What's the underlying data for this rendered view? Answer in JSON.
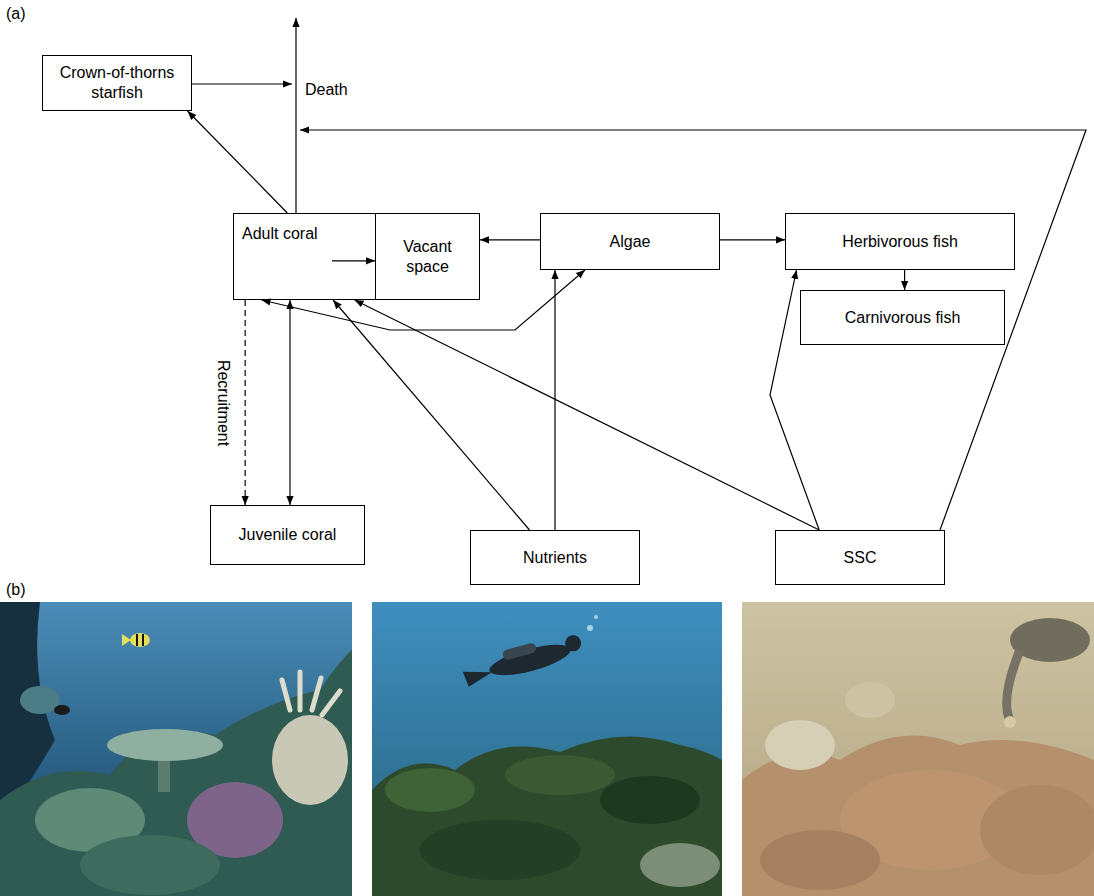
{
  "diagram": {
    "nodes": [
      {
        "text": [
          "Crown-of-thorns starfish"
        ]
      },
      {
        "text": [
          "Adult coral"
        ]
      },
      {
        "text": [
          "Vacant space"
        ]
      },
      {
        "text": [
          "Algae"
        ]
      },
      {
        "text": [
          "Herbivorous fish"
        ]
      },
      {
        "text": [
          "Carnivorous fish"
        ]
      },
      {
        "text": [
          "Juvenile coral"
        ]
      },
      {
        "text": [
          "Nutrients"
        ]
      },
      {
        "text": [
          "SSC"
        ]
      }
    ],
    "edges": [
      {
        "from": 1,
        "to": 0,
        "arrow": "to"
      },
      {
        "from": 1,
        "to": 2,
        "arrow": "to"
      },
      {
        "from": 3,
        "to": 2,
        "arrow": "to"
      },
      {
        "from": 3,
        "to": 4,
        "arrow": "to"
      },
      {
        "from": 4,
        "to": 5,
        "arrow": "to"
      },
      {
        "from": 1,
        "to": 3,
        "arrow": "both"
      },
      {
        "from": 1,
        "to": 6,
        "arrow": "to",
        "label": "Recruitment"
      },
      {
        "from": 6,
        "to": 1,
        "arrow": "both"
      },
      {
        "from": 7,
        "to": 1,
        "arrow": "to"
      },
      {
        "from": 7,
        "to": 3,
        "arrow": "to"
      },
      {
        "from": 8,
        "to": 1,
        "arrow": "to"
      },
      {
        "from": 8,
        "to": 4,
        "arrow": "to"
      }
    ],
    "labels": [
      "(a)",
      "Death",
      "(b)"
    ]
  }
}
